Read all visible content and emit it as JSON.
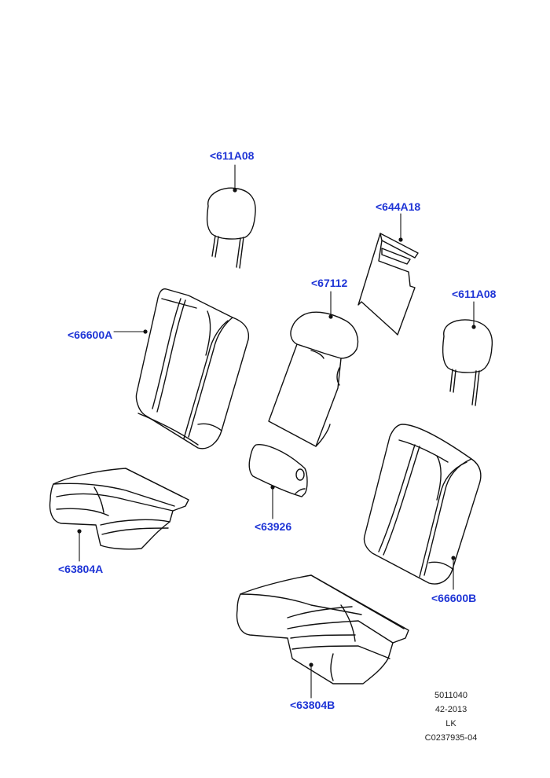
{
  "colors": {
    "callout": "#1f35d6",
    "line": "#111111",
    "text": "#222222",
    "background": "#ffffff"
  },
  "callouts": {
    "headrest_left": "<611A08",
    "headrest_right": "<611A08",
    "panel": "<644A18",
    "armrest_top": "<67112",
    "backrest_left": "<66600A",
    "backrest_right": "<66600B",
    "cushion_small": "<63926",
    "seat_cushion_left": "<63804A",
    "seat_cushion_right": "<63804B"
  },
  "reference": {
    "line1": "5011040",
    "line2": "42-2013",
    "line3": "LK",
    "line4": "C0237935-04"
  }
}
